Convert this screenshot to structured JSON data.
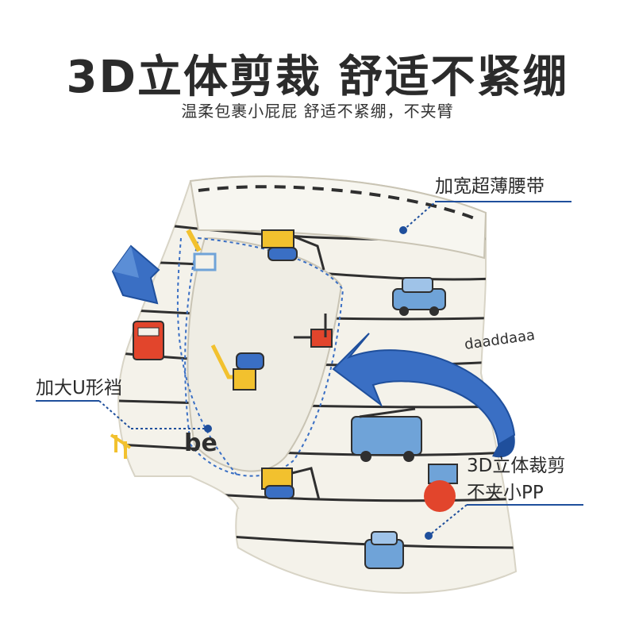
{
  "headline": "3D立体剪裁 舒适不紧绷",
  "subheadline": "温柔包裹小屁屁 舒适不紧绷，不夹臂",
  "callouts": {
    "waistband": "加宽超薄腰带",
    "crotch": "加大U形裆",
    "cut_line1": "3D立体裁剪",
    "cut_line2": "不夹小PP"
  },
  "print_text": {
    "daddy": "daaddaaa",
    "beep": "be"
  },
  "colors": {
    "accent_blue": "#3a6fc4",
    "callout_line": "#1f4f9c",
    "fabric": "#f4f2ea",
    "stripe": "#2f2f2f",
    "yellow": "#f2c12e",
    "red": "#e2452c",
    "car_blue": "#6fa3d8"
  },
  "icons": [
    "curved-arrow-icon",
    "arrow-chevron-icon",
    "excavator-icon",
    "car-icon",
    "forklift-icon",
    "fire-truck-icon"
  ]
}
